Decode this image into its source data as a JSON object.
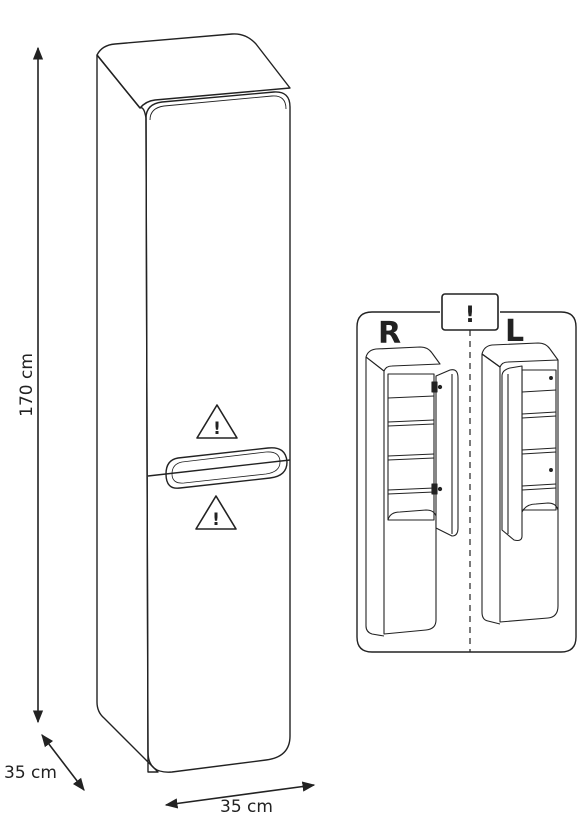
{
  "dimensions": {
    "height_label": "170 cm",
    "depth_label": "35 cm",
    "width_label": "35 cm"
  },
  "orientation_panel": {
    "notice_mark": "!",
    "right_label": "R",
    "left_label": "L"
  },
  "warnings": {
    "upper_mark": "!",
    "lower_mark": "!"
  }
}
